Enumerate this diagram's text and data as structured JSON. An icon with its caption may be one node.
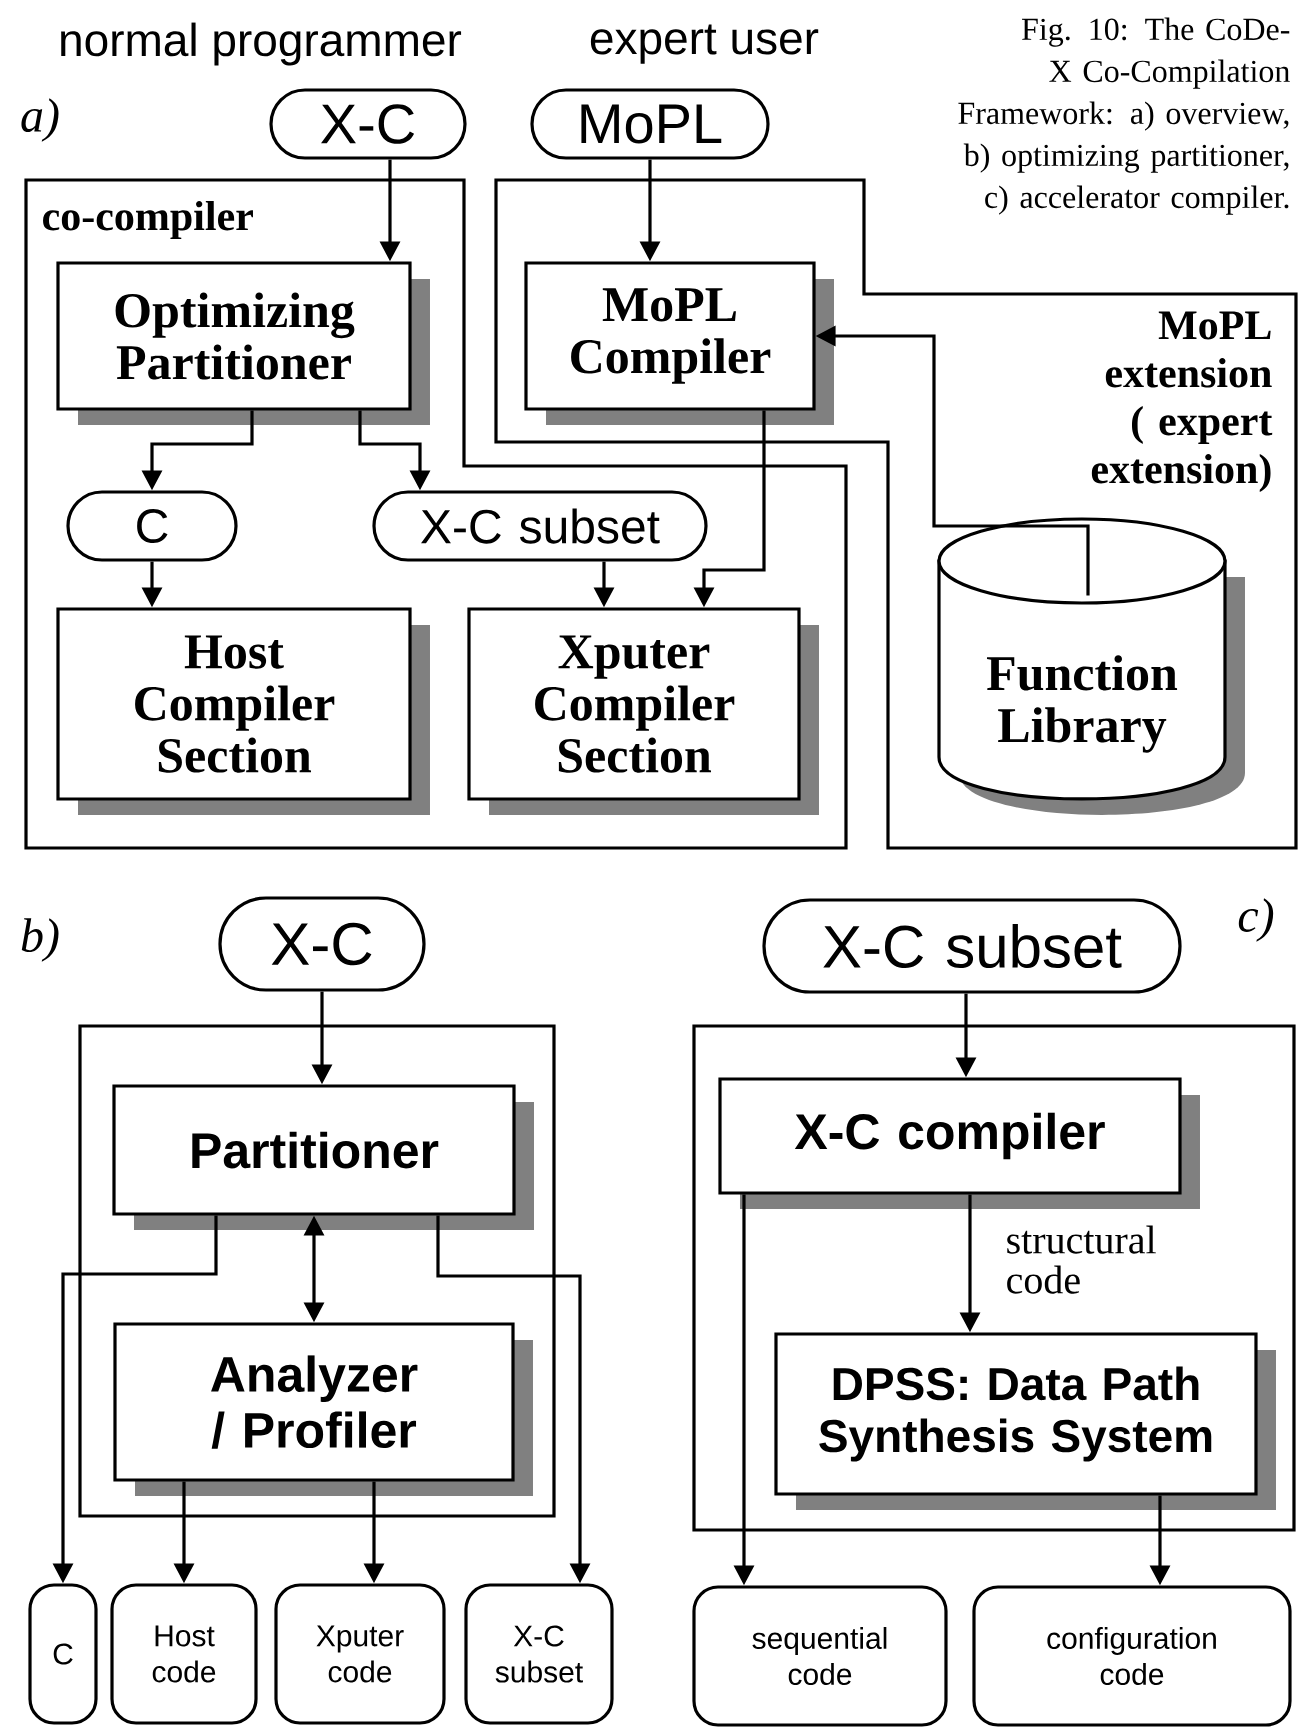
{
  "diagram": {
    "caption": "Fig. 10: The CoDe-X Co-Compilation Framework: a) overview, b) optimizing partitioner, c) accelerator compiler.",
    "nodes": [
      {
        "text": [
          "X-C"
        ]
      },
      {
        "text": [
          "MoPL"
        ]
      },
      {
        "text": [
          "co-compiler"
        ]
      },
      {
        "text": [
          "Optimizing Partitioner"
        ],
        "in": 2
      },
      {
        "text": [
          "C"
        ],
        "in": 2
      },
      {
        "text": [
          "X-C subset"
        ],
        "in": 2
      },
      {
        "text": [
          "Host Compiler Section"
        ],
        "in": 2
      },
      {
        "text": [
          "MoPL extension ( expert extension)"
        ]
      },
      {
        "text": [
          "MoPL Compiler"
        ],
        "in": 7
      },
      {
        "text": [
          "Xputer Compiler Section"
        ],
        "in": 2
      },
      {
        "text": [
          "Function Library"
        ],
        "in": 7
      },
      {
        "text": [
          "X-C"
        ]
      },
      {
        "text": [],
        "shape": "box"
      },
      {
        "text": [
          "Partitioner"
        ],
        "in": 12
      },
      {
        "text": [
          "Analyzer / Profiler"
        ],
        "in": 12
      },
      {
        "text": [
          "C"
        ]
      },
      {
        "text": [
          "Host code"
        ]
      },
      {
        "text": [
          "Xputer code"
        ]
      },
      {
        "text": [
          "X-C subset"
        ]
      },
      {
        "text": [
          "X-C subset"
        ]
      },
      {
        "text": [],
        "shape": "box"
      },
      {
        "text": [
          "X-C compiler"
        ],
        "in": 20
      },
      {
        "text": [
          "DPSS: Data Path Synthesis System"
        ],
        "in": 20
      },
      {
        "text": [
          "sequential code"
        ]
      },
      {
        "text": [
          "configuration code"
        ]
      }
    ],
    "edges": [
      {
        "from": 0,
        "to": 3,
        "arrow": "to"
      },
      {
        "from": 1,
        "to": 8,
        "arrow": "to"
      },
      {
        "from": 3,
        "to": 4,
        "arrow": "to"
      },
      {
        "from": 3,
        "to": 5,
        "arrow": "to"
      },
      {
        "from": 4,
        "to": 6,
        "arrow": "to"
      },
      {
        "from": 5,
        "to": 9,
        "arrow": "to"
      },
      {
        "from": 8,
        "to": 9,
        "arrow": "to"
      },
      {
        "from": 10,
        "to": 8,
        "arrow": "to"
      },
      {
        "from": 11,
        "to": 13,
        "arrow": "to"
      },
      {
        "from": 13,
        "to": 14,
        "arrow": "both"
      },
      {
        "from": 13,
        "to": 15,
        "arrow": "to"
      },
      {
        "from": 13,
        "to": 18,
        "arrow": "to"
      },
      {
        "from": 14,
        "to": 16,
        "arrow": "to"
      },
      {
        "from": 14,
        "to": 17,
        "arrow": "to"
      },
      {
        "from": 19,
        "to": 21,
        "arrow": "to"
      },
      {
        "from": 21,
        "to": 22,
        "arrow": "to",
        "label": "structural code"
      },
      {
        "from": 21,
        "to": 23,
        "arrow": "to"
      },
      {
        "from": 22,
        "to": 24,
        "arrow": "to"
      }
    ],
    "labels": [
      "normal programmer",
      "expert user",
      "a)",
      "b)",
      "c)"
    ]
  }
}
